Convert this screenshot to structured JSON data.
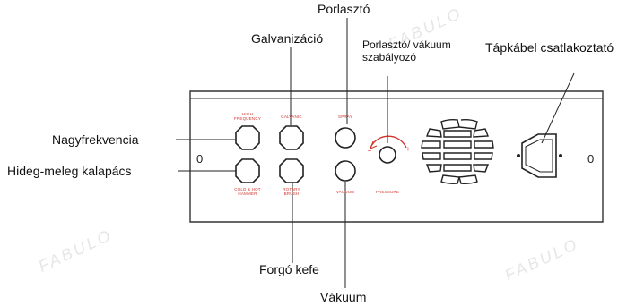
{
  "callouts": {
    "porlaszto": "Porlasztó",
    "galvanizacio": "Galvanizáció",
    "porlaszto_vakuum_line1": "Porlasztó/ vákuum",
    "porlaszto_vakuum_line2": "szabályozó",
    "tapkabel": "Tápkábel csatlakoztató",
    "nagyfrekvencia": "Nagyfrekvencia",
    "hideg_meleg": "Hideg-meleg kalapács",
    "forgo_kefe": "Forgó kefe",
    "vakuum": "Vákuum"
  },
  "panel_labels": {
    "high_frequency_line1": "HIGH",
    "high_frequency_line2": "FREQUENCY",
    "galvanic": "GALVANIC",
    "spray": "SPRAY",
    "cold_hot_line1": "COLD & HOT",
    "cold_hot_line2": "HAMMER",
    "rotary_line1": "ROTARY",
    "rotary_line2": "BRUSH",
    "vacuum": "VACUUM",
    "pressure": "PRESSURE",
    "minus": "−",
    "plus": "+"
  },
  "side_marks": {
    "left": "0",
    "right": "0"
  },
  "colors": {
    "accent": "#d0342c",
    "line": "#333333"
  }
}
